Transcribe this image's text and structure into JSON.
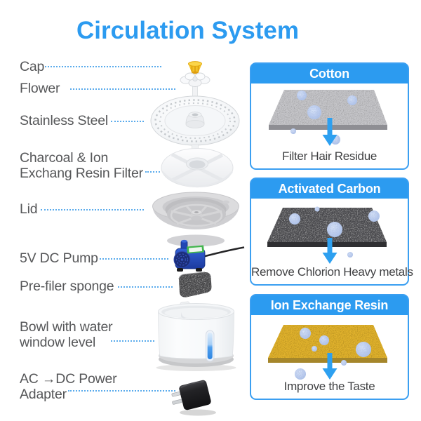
{
  "title": "Circulation System",
  "labels": {
    "cap": {
      "text": "Cap"
    },
    "flower": {
      "text": "Flower"
    },
    "stainless_steel": {
      "text": "Stainless Steel"
    },
    "filter": {
      "line1": "Charcoal & Ion",
      "line2": "Exchang Resin Filter"
    },
    "lid": {
      "text": "Lid"
    },
    "pump": {
      "text": "5V DC Pump"
    },
    "sponge": {
      "text": "Pre-filer sponge"
    },
    "bowl": {
      "line1": "Bowl with water",
      "line2": "window level"
    },
    "adapter": {
      "line1": "AC →DC Power",
      "line2": "Adapter"
    }
  },
  "panels": [
    {
      "header": "Cotton",
      "caption": "Filter Hair Residue",
      "sheet_color": "#c7c7cb",
      "sheet_edge_color": "#8e8e93"
    },
    {
      "header": "Activated Carbon",
      "caption": "Remove Chlorion Heavy metals",
      "sheet_color": "#4a4a4d",
      "sheet_edge_color": "#2f2f32"
    },
    {
      "header": "Ion Exchange Resin",
      "caption": "Improve the Taste",
      "sheet_color": "#e2b32d",
      "sheet_edge_color": "#a5862a"
    }
  ],
  "colors": {
    "title_blue": "#2c9bf0",
    "header_bg": "#2c9bf0",
    "panel_border": "#3b9ff1",
    "label_text": "#565759",
    "leader_line": "#5aabec",
    "arrow": "#2da0f0",
    "particle": "#bccdf0",
    "cap_yellow": "#f4c125",
    "pump_blue": "#2b55c8",
    "pump_label_green": "#43b64e",
    "water_window_blue": "#2f8fea"
  }
}
